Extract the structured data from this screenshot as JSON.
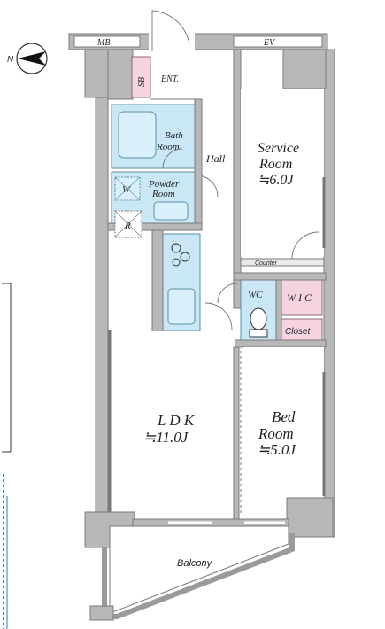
{
  "compass": {
    "north_label": "N"
  },
  "labels": {
    "mb": "MB",
    "ev": "EV",
    "sb": "SB",
    "entrance": "ENT.",
    "bath_room_1": "Bath",
    "bath_room_2": "Room",
    "hall": "Hall",
    "service_room_1": "Service",
    "service_room_2": "Room",
    "service_room_area": "≒6.0J",
    "washer": "W",
    "powder_room_1": "Powder",
    "powder_room_2": "Room",
    "fridge": "R",
    "counter": "Counter",
    "wc": "WC",
    "wic": "W I C",
    "closet": "Closet",
    "ldk": "L D K",
    "ldk_area": "≒11.0J",
    "bed_room_1": "Bed",
    "bed_room_2": "Room",
    "bed_room_area": "≒5.0J",
    "balcony": "Balcony"
  },
  "colors": {
    "wet_area": "#c9e7f4",
    "storage_area": "#f6d3e1",
    "wall": "#b8b8b8"
  }
}
